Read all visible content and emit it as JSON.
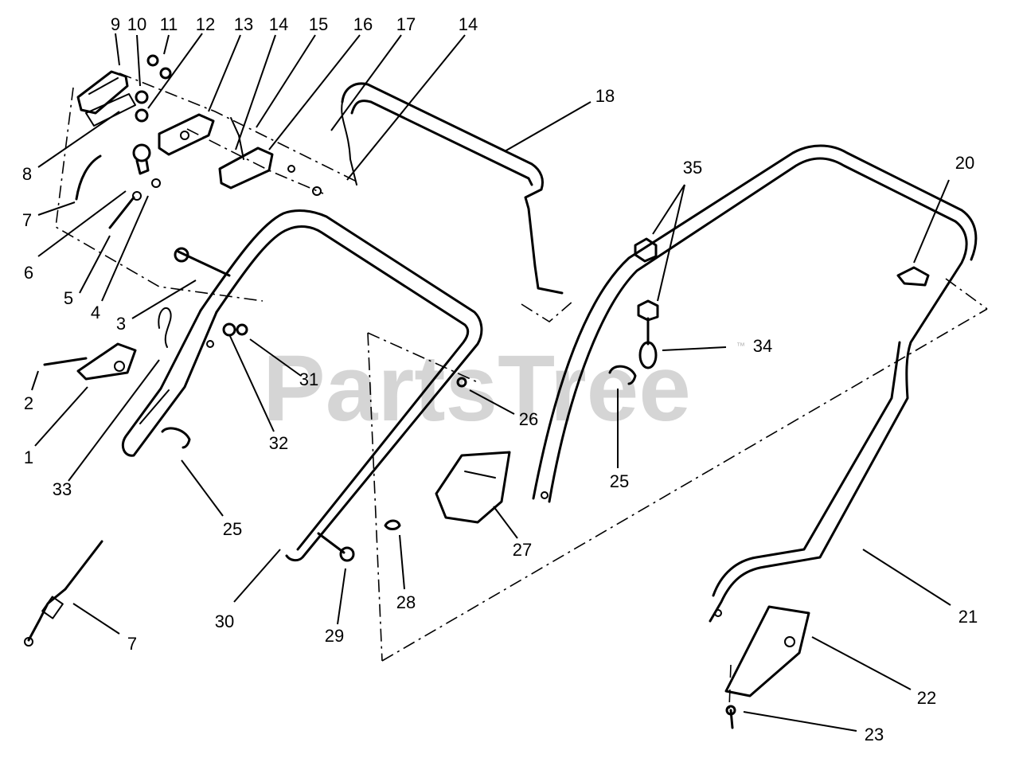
{
  "watermark": {
    "text": "PartsTree",
    "mark": "™",
    "color": "#b4b4b4"
  },
  "callouts": [
    {
      "id": "c9",
      "label": "9"
    },
    {
      "id": "c10",
      "label": "10"
    },
    {
      "id": "c11",
      "label": "11"
    },
    {
      "id": "c12",
      "label": "12"
    },
    {
      "id": "c13",
      "label": "13"
    },
    {
      "id": "c14a",
      "label": "14"
    },
    {
      "id": "c15",
      "label": "15"
    },
    {
      "id": "c16",
      "label": "16"
    },
    {
      "id": "c17",
      "label": "17"
    },
    {
      "id": "c14b",
      "label": "14"
    },
    {
      "id": "c18",
      "label": "18"
    },
    {
      "id": "c8",
      "label": "8"
    },
    {
      "id": "c7a",
      "label": "7"
    },
    {
      "id": "c6",
      "label": "6"
    },
    {
      "id": "c5",
      "label": "5"
    },
    {
      "id": "c4",
      "label": "4"
    },
    {
      "id": "c3",
      "label": "3"
    },
    {
      "id": "c2",
      "label": "2"
    },
    {
      "id": "c1",
      "label": "1"
    },
    {
      "id": "c33",
      "label": "33"
    },
    {
      "id": "c31",
      "label": "31"
    },
    {
      "id": "c32",
      "label": "32"
    },
    {
      "id": "c25a",
      "label": "25"
    },
    {
      "id": "c26",
      "label": "26"
    },
    {
      "id": "c30",
      "label": "30"
    },
    {
      "id": "c29",
      "label": "29"
    },
    {
      "id": "c28",
      "label": "28"
    },
    {
      "id": "c27",
      "label": "27"
    },
    {
      "id": "c7b",
      "label": "7"
    },
    {
      "id": "c35",
      "label": "35"
    },
    {
      "id": "c34",
      "label": "34"
    },
    {
      "id": "c25b",
      "label": "25"
    },
    {
      "id": "c20",
      "label": "20"
    },
    {
      "id": "c21",
      "label": "21"
    },
    {
      "id": "c22",
      "label": "22"
    },
    {
      "id": "c23",
      "label": "23"
    }
  ]
}
